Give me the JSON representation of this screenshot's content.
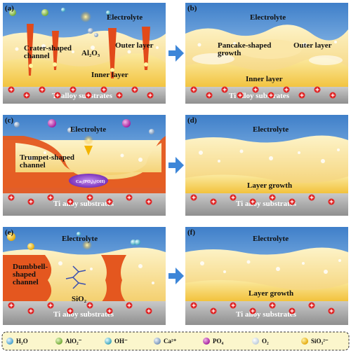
{
  "panels": [
    {
      "tag": "(a)",
      "electrolyte": "Electrolyte",
      "channel": "Crater-shaped\nchannel",
      "alumina": "Al₂O₃",
      "outer": "Outer layer",
      "inner": "Inner layer",
      "substrate": "Ti alloy substrates"
    },
    {
      "tag": "(b)",
      "electrolyte": "Electrolyte",
      "growth": "Pancake-shaped\ngrowth",
      "outer": "Outer layer",
      "inner": "Inner layer",
      "substrate": "Ti alloy substrates"
    },
    {
      "tag": "(c)",
      "electrolyte": "Electrolyte",
      "channel": "Trumpet-shaped\nchannel",
      "compound": "Ca₅(PO₄)₃(OH)",
      "substrate": "Ti alloy substrates"
    },
    {
      "tag": "(d)",
      "electrolyte": "Electrolyte",
      "growth": "Layer growth",
      "substrate": "Ti alloy substrates"
    },
    {
      "tag": "(e)",
      "electrolyte": "Electrolyte",
      "channel": "Dumbbell-\nshaped\nchannel",
      "silica": "SiO₂",
      "substrate": "Ti alloy substrates"
    },
    {
      "tag": "(f)",
      "electrolyte": "Electrolyte",
      "growth": "Layer growth",
      "substrate": "Ti alloy substrates"
    }
  ],
  "legend": [
    {
      "icon": "h2o-molecule-icon",
      "label": "H₂O"
    },
    {
      "icon": "alo2-ion-icon",
      "label": "AlO₂⁻"
    },
    {
      "icon": "hydroxide-ion-icon",
      "label": "OH⁻"
    },
    {
      "icon": "calcium-ion-icon",
      "label": "Ca²⁺"
    },
    {
      "icon": "phosphate-ion-icon",
      "label": "PO₄"
    },
    {
      "icon": "oxygen-molecule-icon",
      "label": "O₂"
    },
    {
      "icon": "silicate-ion-icon",
      "label": "SiO₃²⁻"
    }
  ],
  "colors": {
    "electrolyte": "#4f8fd3",
    "coating": "#f6cf59",
    "channel": "#e4571f",
    "substrate": "#a9a9a9",
    "arrow": "#3d86d8",
    "legend_bg": "#fbf6cc"
  }
}
